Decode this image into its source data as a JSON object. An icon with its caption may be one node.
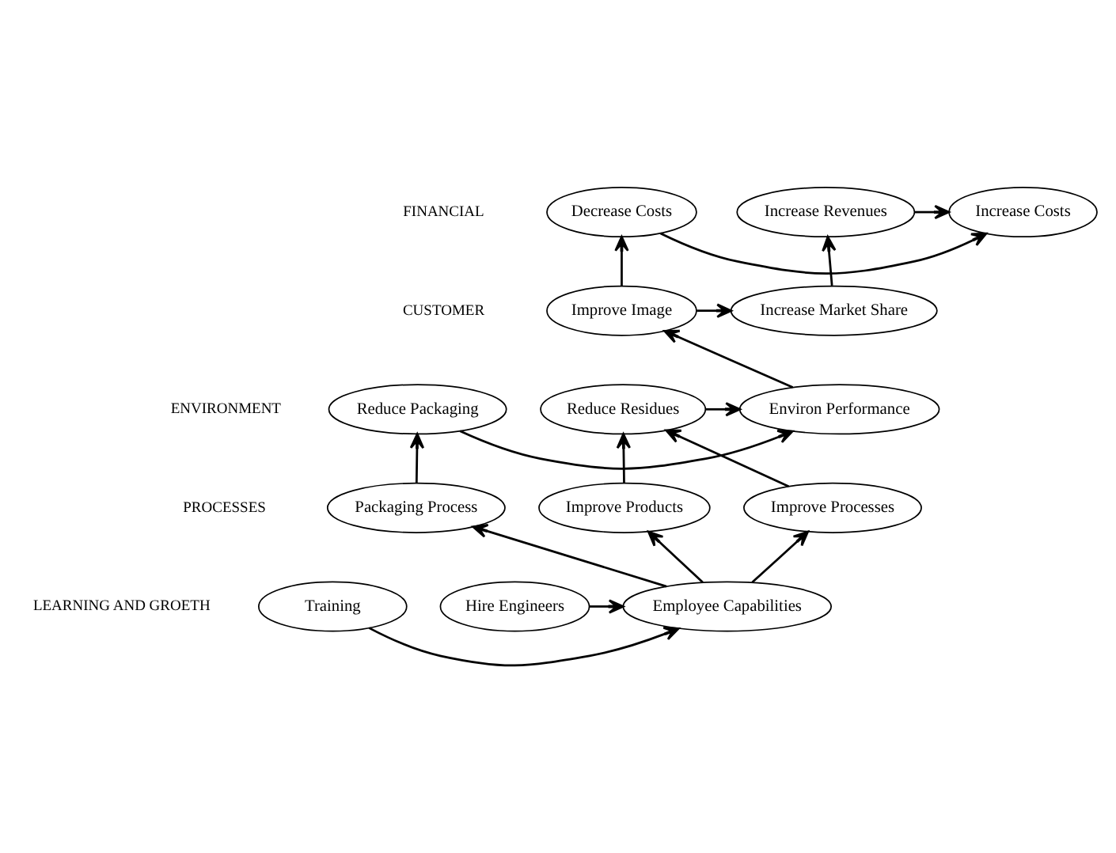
{
  "diagram": {
    "nodes": [
      {
        "text": [
          "Decrease Costs"
        ]
      },
      {
        "text": [
          "Increase Costs"
        ]
      },
      {
        "text": [
          "Increase Revenues"
        ]
      },
      {
        "text": [
          "Improve Image"
        ]
      },
      {
        "text": [
          "Increase Market Share"
        ]
      },
      {
        "text": [
          "Reduce Residues"
        ]
      },
      {
        "text": [
          "Environ Performance"
        ]
      },
      {
        "text": [
          "Reduce Packaging"
        ]
      },
      {
        "text": [
          "Improve Products"
        ]
      },
      {
        "text": [
          "Improve Processes"
        ]
      },
      {
        "text": [
          "Packaging Process"
        ]
      },
      {
        "text": [
          "Training"
        ]
      },
      {
        "text": [
          "Employee Capabilities"
        ]
      },
      {
        "text": [
          "Hire Engineers"
        ]
      }
    ],
    "edges": [
      {
        "from": 0,
        "to": 1,
        "arrow": "to"
      },
      {
        "from": 2,
        "to": 1,
        "arrow": "to"
      },
      {
        "from": 3,
        "to": 0,
        "arrow": "to"
      },
      {
        "from": 3,
        "to": 4,
        "arrow": "to"
      },
      {
        "from": 4,
        "to": 2,
        "arrow": "to"
      },
      {
        "from": 6,
        "to": 3,
        "arrow": "to"
      },
      {
        "from": 5,
        "to": 6,
        "arrow": "to"
      },
      {
        "from": 7,
        "to": 6,
        "arrow": "to"
      },
      {
        "from": 8,
        "to": 5,
        "arrow": "to"
      },
      {
        "from": 9,
        "to": 5,
        "arrow": "to"
      },
      {
        "from": 10,
        "to": 7,
        "arrow": "to"
      },
      {
        "from": 12,
        "to": 8,
        "arrow": "to"
      },
      {
        "from": 12,
        "to": 9,
        "arrow": "to"
      },
      {
        "from": 12,
        "to": 10,
        "arrow": "to"
      },
      {
        "from": 11,
        "to": 12,
        "arrow": "to"
      },
      {
        "from": 13,
        "to": 12,
        "arrow": "to"
      }
    ],
    "labels": [
      "FINANCIAL",
      "CUSTOMER",
      "ENVIRONMENT",
      "PROCESSES",
      "LEARNING AND GROETH"
    ]
  }
}
